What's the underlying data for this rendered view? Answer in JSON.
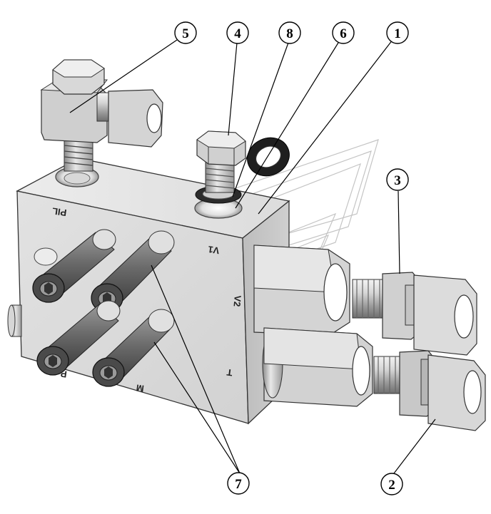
{
  "callouts": [
    {
      "id": "c5",
      "label": "5"
    },
    {
      "id": "c4",
      "label": "4"
    },
    {
      "id": "c8",
      "label": "8"
    },
    {
      "id": "c6",
      "label": "6"
    },
    {
      "id": "c1",
      "label": "1"
    },
    {
      "id": "c3",
      "label": "3"
    },
    {
      "id": "c7",
      "label": "7"
    },
    {
      "id": "c2",
      "label": "2"
    }
  ],
  "block_labels": {
    "pil": "PIL",
    "v1": "V1",
    "v2": "V2",
    "t": "T",
    "m": "M",
    "p": "P"
  },
  "colors": {
    "metal_light": "#e6e6e6",
    "metal_mid": "#c8c8c8",
    "metal_dark": "#8c8c8c",
    "outline": "#333333",
    "watermark": "#bdbdbd"
  }
}
